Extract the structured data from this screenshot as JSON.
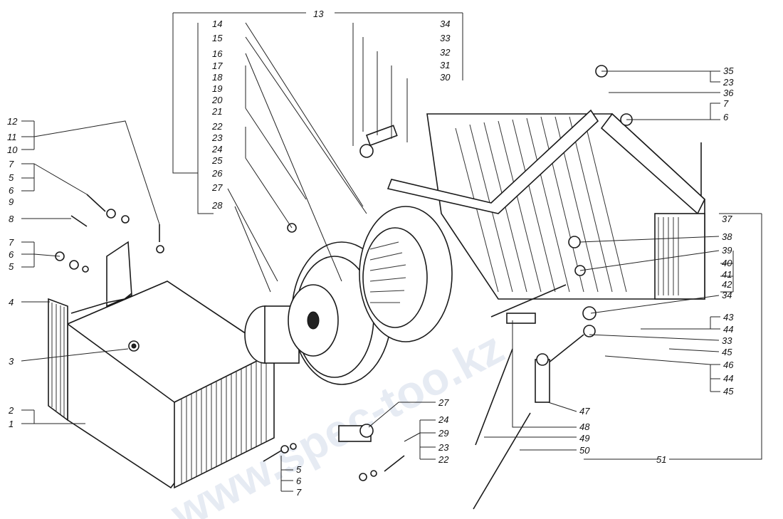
{
  "watermark": "www.spec-too.kz",
  "callouts": {
    "left": [
      "12",
      "11",
      "10",
      "7",
      "5",
      "6",
      "9",
      "8",
      "7",
      "6",
      "5",
      "4",
      "3",
      "2",
      "1"
    ],
    "top_bracket": "13",
    "center_column": [
      "14",
      "15",
      "16",
      "17",
      "18",
      "19",
      "20",
      "21",
      "22",
      "23",
      "24",
      "25",
      "26",
      "27",
      "28"
    ],
    "top_right_column": [
      "34",
      "33",
      "32",
      "31",
      "30"
    ],
    "right_top": [
      "35",
      "23",
      "36",
      "7",
      "6"
    ],
    "right_column": [
      "37",
      "38",
      "39",
      "40",
      "41",
      "42",
      "34",
      "43",
      "44",
      "33",
      "45",
      "46",
      "44",
      "45",
      "47",
      "48",
      "49",
      "50",
      "51"
    ],
    "bottom_center": [
      "27",
      "24",
      "29",
      "23",
      "22"
    ],
    "bottom_left": [
      "5",
      "6",
      "7"
    ]
  }
}
